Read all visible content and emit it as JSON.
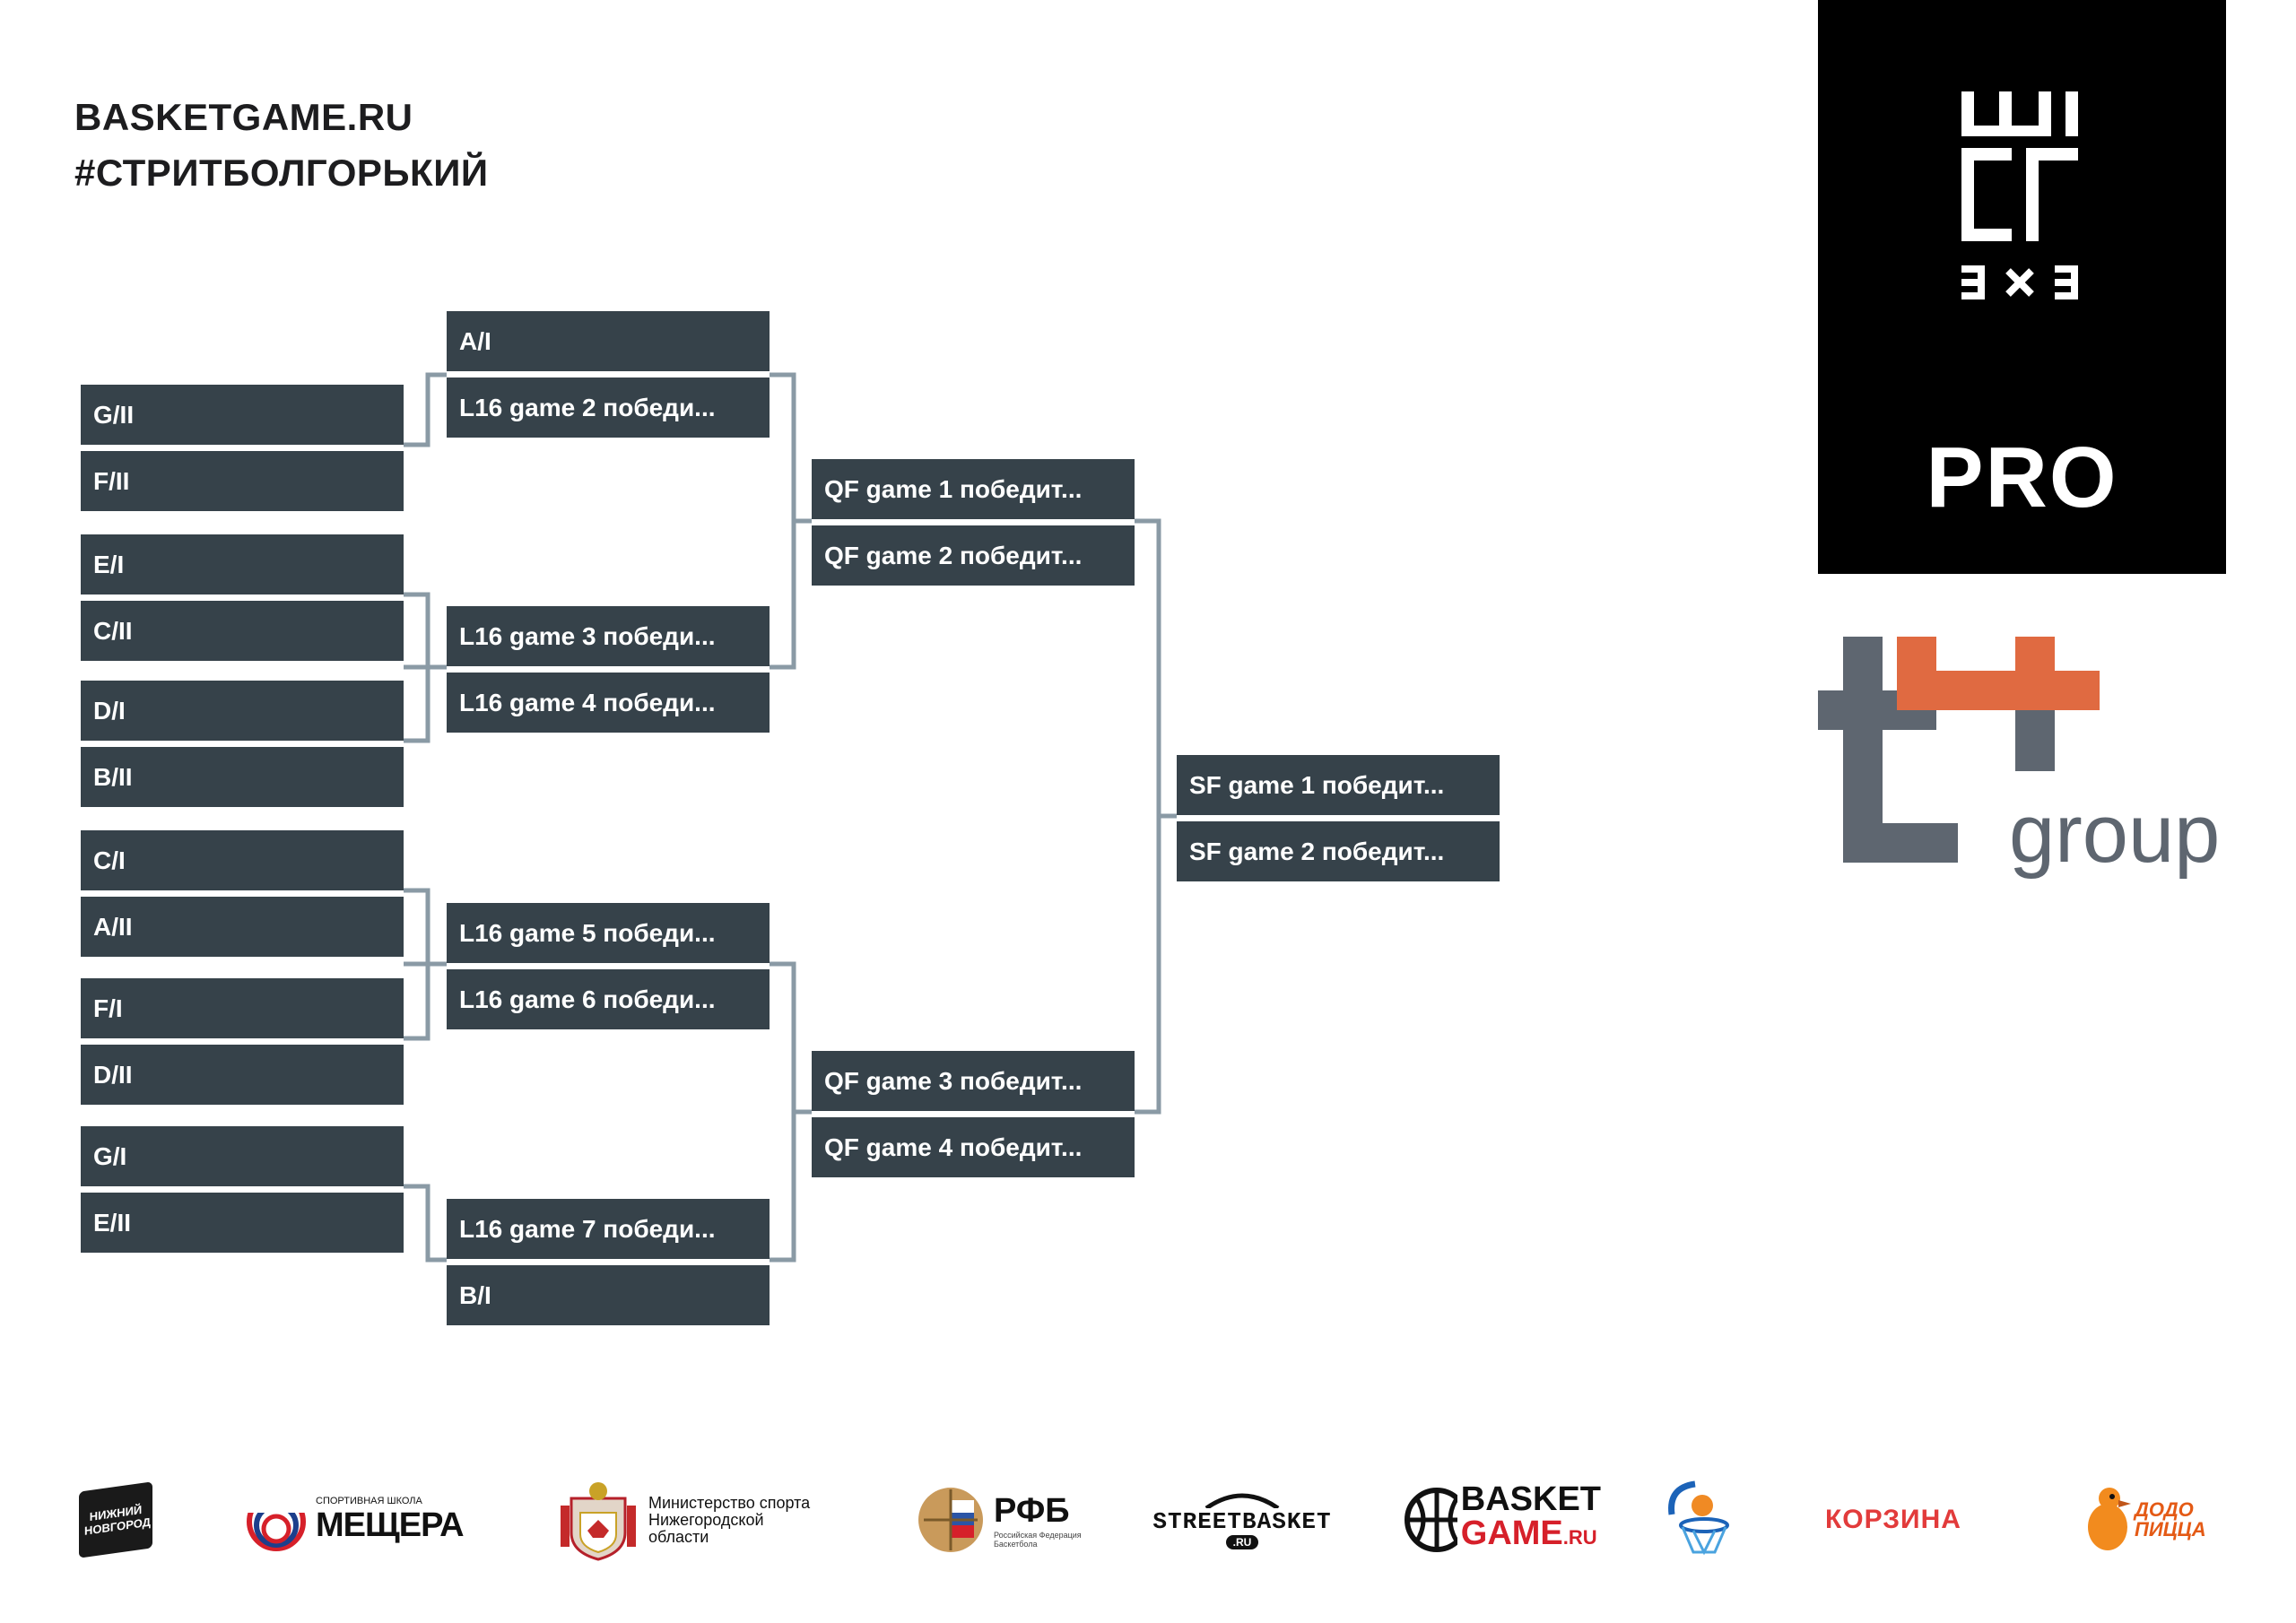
{
  "header": {
    "site": "BASKETGAME.RU",
    "hashtag": "#СТРИТБОЛГОРЬКИЙ"
  },
  "bracket": {
    "round1": [
      "G/II",
      "F/II",
      "E/I",
      "C/II",
      "D/I",
      "B/II",
      "C/I",
      "A/II",
      "F/I",
      "D/II",
      "G/I",
      "E/II"
    ],
    "round2": [
      "A/I",
      "L16 game 2 победи...",
      "L16 game 3 победи...",
      "L16 game 4 победи...",
      "L16 game 5 победи...",
      "L16 game 6 победи...",
      "L16 game 7 победи...",
      "B/I"
    ],
    "quarterfinals": [
      "QF game 1 победит...",
      "QF game 2 победит...",
      "QF game 3 победит...",
      "QF game 4 победит..."
    ],
    "semifinals": [
      "SF game 1 победит...",
      "SF game 2 победит..."
    ]
  },
  "logos": {
    "pro_label": "PRO",
    "tgroup_label": "group"
  },
  "sponsors": {
    "nn": "НИЖНИЙ НОВГОРОД",
    "meschera_small": "СПОРТИВНАЯ ШКОЛА",
    "meschera": "МЕЩЕРА",
    "ministry": "Министерство спорта Нижегородской области",
    "rfb": "РФБ",
    "rfb_small": "Российская Федерация Баскетбола",
    "streetbasket": "STREETBASKET",
    "streetbasket_ru": ".RU",
    "basketgame_1": "BASKET",
    "basketgame_2": "GAME",
    "basketgame_ru": ".RU",
    "korzina": "КОРЗИНА",
    "dodo": "ДОДО ПИЦЦА"
  },
  "colors": {
    "slot_bg": "#36424a",
    "connector": "#8a9aa5",
    "tgroup_orange": "#e06a41",
    "tgroup_gray": "#5e6670"
  }
}
